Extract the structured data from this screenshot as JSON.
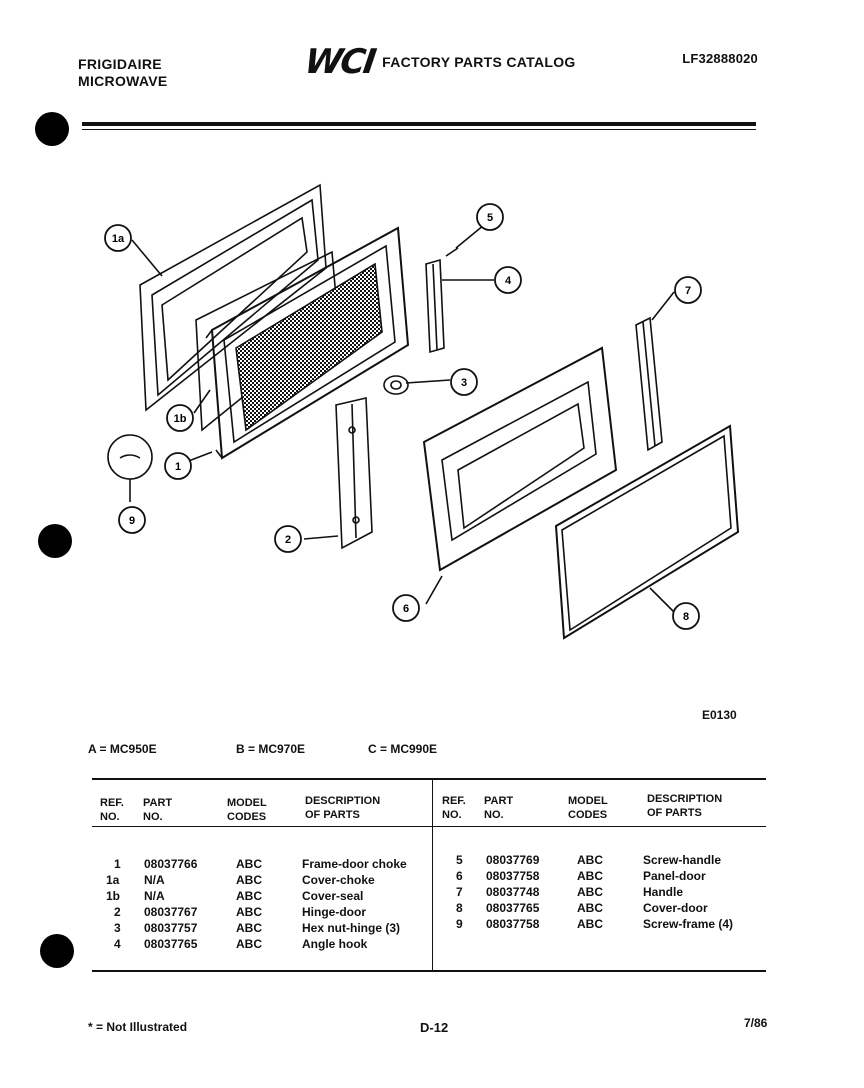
{
  "header": {
    "brand_line1": "FRIGIDAIRE",
    "brand_line2": "MICROWAVE",
    "logo": "WCI",
    "catalog_title": "FACTORY PARTS CATALOG",
    "catalog_number": "LF32888020"
  },
  "diagram": {
    "code": "E0130",
    "callouts": [
      "1a",
      "1b",
      "1",
      "2",
      "3",
      "4",
      "5",
      "6",
      "7",
      "8",
      "9"
    ]
  },
  "models": [
    {
      "label": "A = MC950E"
    },
    {
      "label": "B = MC970E"
    },
    {
      "label": "C = MC990E"
    }
  ],
  "table": {
    "headers": {
      "ref": "REF.\nNO.",
      "part": "PART\nNO.",
      "model": "MODEL\nCODES",
      "desc": "DESCRIPTION\nOF PARTS"
    },
    "left_rows": [
      {
        "ref": "1",
        "part": "08037766",
        "codes": "ABC",
        "desc": "Frame-door choke"
      },
      {
        "ref": "1a",
        "part": "N/A",
        "codes": "ABC",
        "desc": "Cover-choke"
      },
      {
        "ref": "1b",
        "part": "N/A",
        "codes": "ABC",
        "desc": "Cover-seal"
      },
      {
        "ref": "2",
        "part": "08037767",
        "codes": "ABC",
        "desc": "Hinge-door"
      },
      {
        "ref": "3",
        "part": "08037757",
        "codes": "ABC",
        "desc": "Hex nut-hinge (3)"
      },
      {
        "ref": "4",
        "part": "08037765",
        "codes": "ABC",
        "desc": "Angle hook"
      }
    ],
    "right_rows": [
      {
        "ref": "5",
        "part": "08037769",
        "codes": "ABC",
        "desc": "Screw-handle"
      },
      {
        "ref": "6",
        "part": "08037758",
        "codes": "ABC",
        "desc": "Panel-door"
      },
      {
        "ref": "7",
        "part": "08037748",
        "codes": "ABC",
        "desc": "Handle"
      },
      {
        "ref": "8",
        "part": "08037765",
        "codes": "ABC",
        "desc": "Cover-door"
      },
      {
        "ref": "9",
        "part": "08037758",
        "codes": "ABC",
        "desc": "Screw-frame (4)"
      }
    ]
  },
  "footer": {
    "note": "* = Not Illustrated",
    "page": "D-12",
    "date": "7/86"
  }
}
